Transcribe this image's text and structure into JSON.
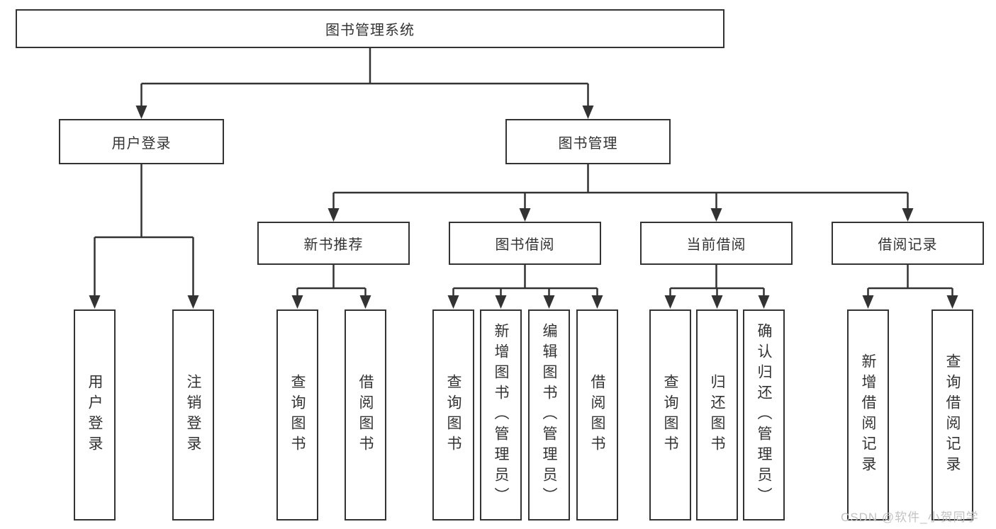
{
  "nodes": {
    "root": {
      "label": "图书管理系统"
    },
    "level2": [
      {
        "label": "用户登录"
      },
      {
        "label": "图书管理"
      }
    ],
    "level3": [
      {
        "label": "新书推荐",
        "parent": "图书管理"
      },
      {
        "label": "图书借阅",
        "parent": "图书管理"
      },
      {
        "label": "当前借阅",
        "parent": "图书管理"
      },
      {
        "label": "借阅记录",
        "parent": "图书管理"
      }
    ],
    "leaves": [
      {
        "label": "用户登录",
        "parent": "用户登录"
      },
      {
        "label": "注销登录",
        "parent": "用户登录"
      },
      {
        "label": "查询图书",
        "parent": "新书推荐"
      },
      {
        "label": "借阅图书",
        "parent": "新书推荐"
      },
      {
        "label": "查询图书",
        "parent": "图书借阅"
      },
      {
        "label": "新增图书（管理员）",
        "parent": "图书借阅"
      },
      {
        "label": "编辑图书（管理员）",
        "parent": "图书借阅"
      },
      {
        "label": "借阅图书",
        "parent": "图书借阅"
      },
      {
        "label": "查询图书",
        "parent": "当前借阅"
      },
      {
        "label": "归还图书",
        "parent": "当前借阅"
      },
      {
        "label": "确认归还（管理员）",
        "parent": "当前借阅"
      },
      {
        "label": "新增借阅记录",
        "parent": "借阅记录"
      },
      {
        "label": "查询借阅记录",
        "parent": "借阅记录"
      }
    ]
  },
  "watermark": {
    "text": "CSDN @软件_小贺同学"
  },
  "colors": {
    "line": "#333333",
    "box_border": "#333333",
    "text": "#333333",
    "background": "#ffffff",
    "watermark": "#c2c2c2"
  }
}
